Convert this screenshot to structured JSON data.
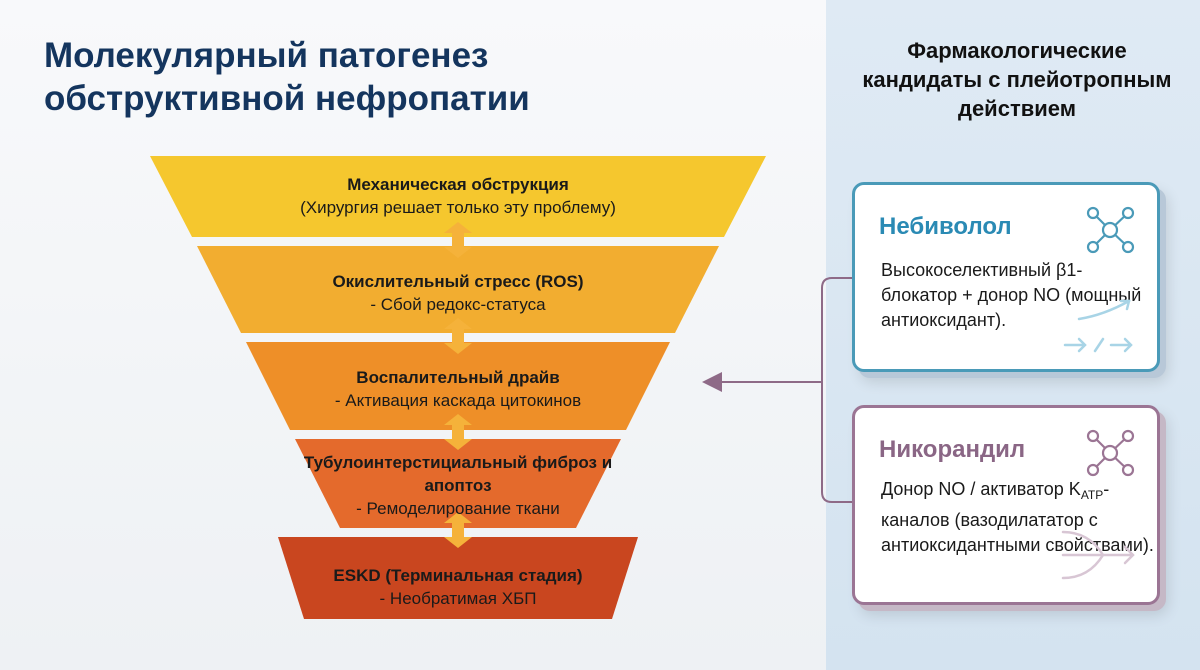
{
  "title": "Молекулярный патогенез обструктивной нефропатии",
  "sidebar_title": "Фармакологические кандидаты с плейотропным действием",
  "colors": {
    "layers": [
      "#f5c72e",
      "#f2ad30",
      "#ee8f28",
      "#e46a2c",
      "#c9461f"
    ],
    "arrow": "#f5b23a",
    "connector": "#8e6a87",
    "nebivolol": "#2a8ab4",
    "nicorandil": "#8a6685"
  },
  "funnel": [
    {
      "title": "Механическая обструкция",
      "subtitle": "(Хирургия решает только эту проблему)"
    },
    {
      "title": "Окислительный стресс (ROS)",
      "subtitle": "- Сбой редокс-статуса"
    },
    {
      "title": "Воспалительный драйв",
      "subtitle": "- Активация каскада цитокинов"
    },
    {
      "title": "Тубулоинтерстициальный фиброз и апоптоз",
      "subtitle": "- Ремоделирование ткани"
    },
    {
      "title": "ESKD (Терминальная стадия)",
      "subtitle": "- Необратимая ХБП"
    }
  ],
  "cards": {
    "nebivolol": {
      "name": "Небиволол",
      "description": "Высокоселективный β1-блокатор + донор NO (мощный антиоксидант).",
      "icon": "molecule-icon",
      "deco": "arrows-deco-icon"
    },
    "nicorandil": {
      "name": "Никорандил",
      "description_pre": "Донор NO / активатор K",
      "description_sub": "ATP",
      "description_post": "-каналов (вазодилататор с антиоксидантными свойствами).",
      "icon": "molecule-icon",
      "deco": "merging-arrows-deco-icon"
    }
  }
}
